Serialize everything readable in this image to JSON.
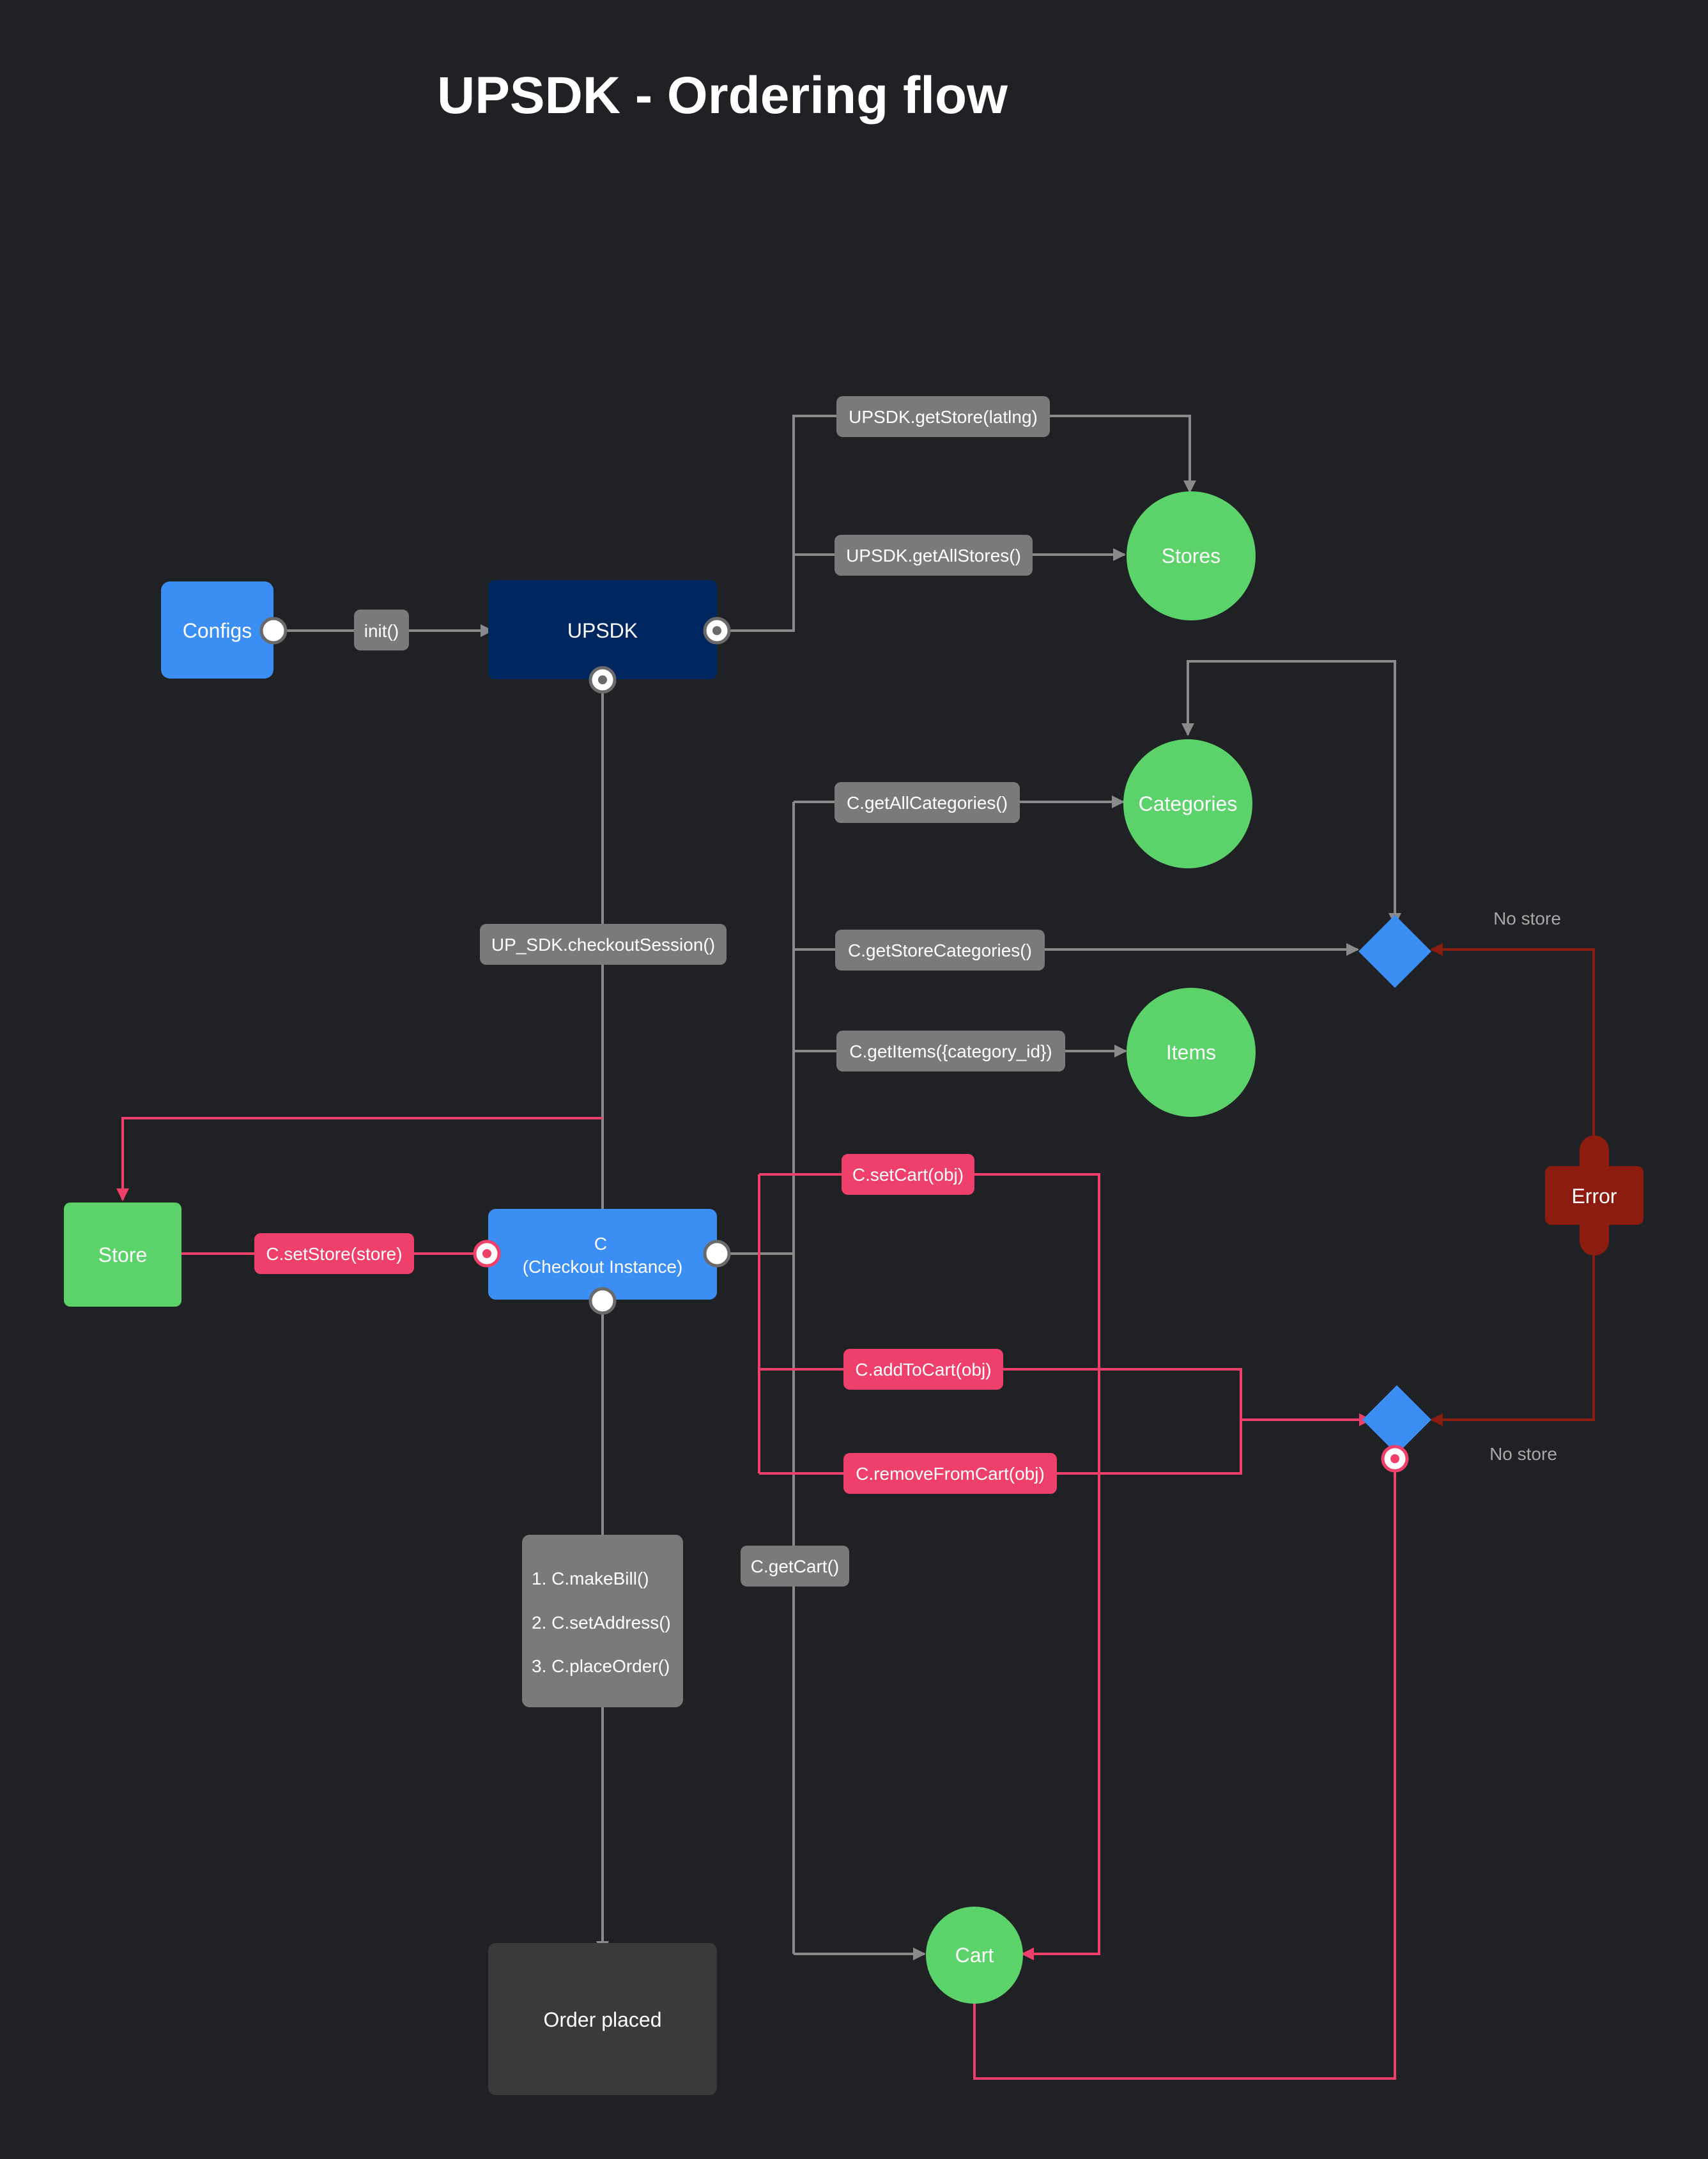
{
  "title": "UPSDK - Ordering flow",
  "colors": {
    "background": "#202124",
    "gray_edge": "#8a8a8a",
    "pink_edge": "#ef3f6b",
    "red_edge": "#8c1c10",
    "entity_green": "#5bd36a",
    "config_blue": "#3b8ef3",
    "sdk_navy": "#00265f",
    "checkout_blue": "#3b8ef3",
    "error_red": "#8c1c10",
    "pill_gray": "#7a7a7a",
    "pill_pink": "#ef3f6b",
    "order_box": "#3a3a3a",
    "diamond_blue": "#3b8ef3"
  },
  "nodes": {
    "configs": "Configs",
    "upsdk": "UPSDK",
    "stores": "Stores",
    "categories": "Categories",
    "items": "Items",
    "store": "Store",
    "checkout_line1": "C",
    "checkout_line2": "(Checkout Instance)",
    "error": "Error",
    "cart": "Cart",
    "order_placed": "Order placed"
  },
  "edges": {
    "init": "init()",
    "get_store": "UPSDK.getStore(latlng)",
    "get_all_stores": "UPSDK.getAllStores()",
    "checkout_session": "UP_SDK.checkoutSession()",
    "get_all_categories": "C.getAllCategories()",
    "get_store_categories": "C.getStoreCategories()",
    "get_items": "C.getItems({category_id})",
    "set_store": "C.setStore(store)",
    "set_cart": "C.setCart(obj)",
    "add_to_cart": "C.addToCart(obj)",
    "remove_from_cart": "C.removeFromCart(obj)",
    "get_cart": "C.getCart()"
  },
  "order_steps": [
    "1. C.makeBill()",
    "2. C.setAddress()",
    "3. C.placeOrder()"
  ],
  "notes": {
    "no_store_top": "No store",
    "no_store_bottom": "No store"
  }
}
